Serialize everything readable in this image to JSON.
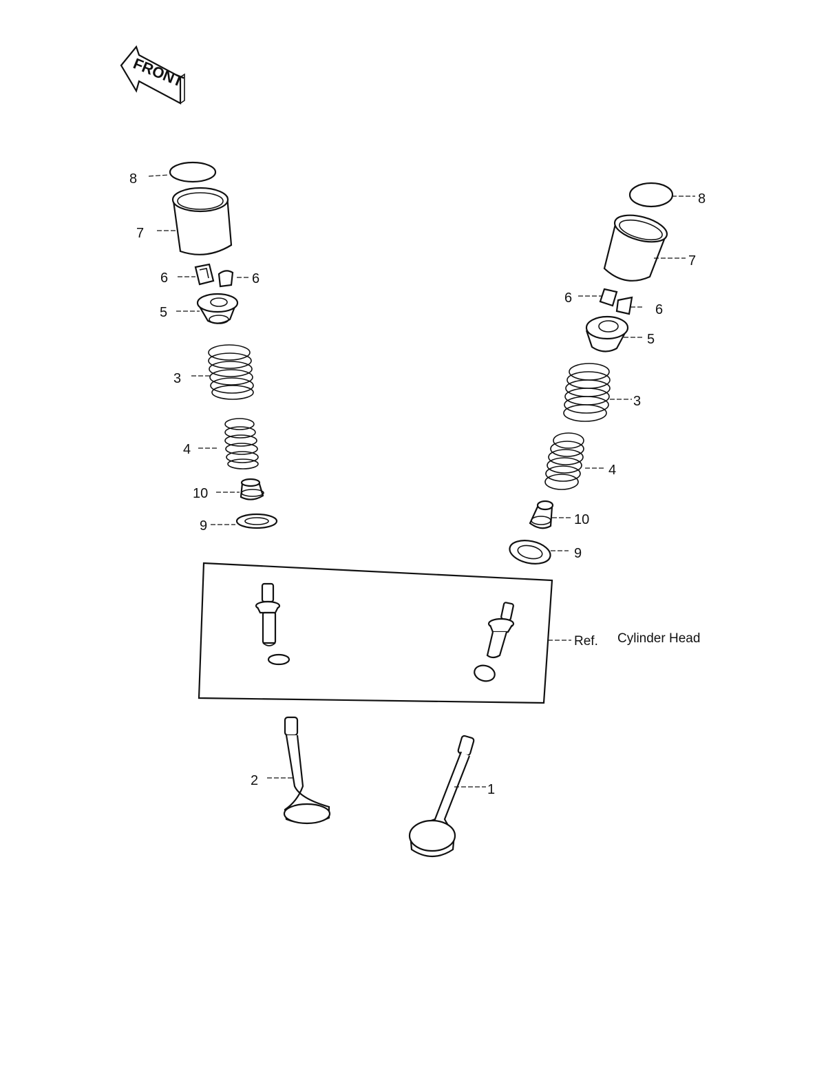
{
  "front_badge": {
    "text": "FRONT"
  },
  "callouts": {
    "left": {
      "p8": "8",
      "p7": "7",
      "p6a": "6",
      "p6b": "6",
      "p5": "5",
      "p3": "3",
      "p4": "4",
      "p10": "10",
      "p9": "9"
    },
    "right": {
      "p8": "8",
      "p7": "7",
      "p6a": "6",
      "p6b": "6",
      "p5": "5",
      "p3": "3",
      "p4": "4",
      "p10": "10",
      "p9": "9"
    },
    "valves": {
      "p2": "2",
      "p1": "1"
    }
  },
  "reference": {
    "prefix": "Ref.",
    "label": "Cylinder Head"
  },
  "colors": {
    "ink": "#111111",
    "paper": "#ffffff"
  }
}
